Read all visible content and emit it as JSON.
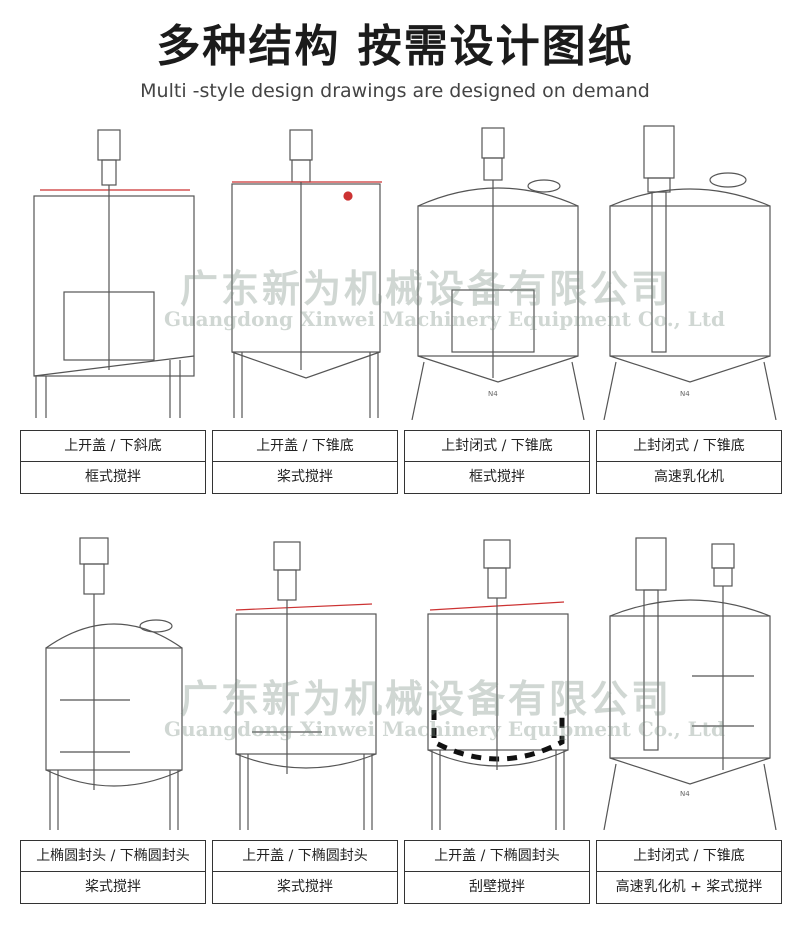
{
  "header": {
    "title": "多种结构 按需设计图纸",
    "subtitle": "Multi -style design drawings are designed on demand"
  },
  "watermark": {
    "cn": "广东新为机械设备有限公司",
    "en": "Guangdong Xinwei Machinery Equipment Co., Ltd"
  },
  "cards": [
    {
      "line1": "上开盖 / 下斜底",
      "line2": "框式搅拌"
    },
    {
      "line1": "上开盖 / 下锥底",
      "line2": "桨式搅拌"
    },
    {
      "line1": "上封闭式 / 下锥底",
      "line2": "框式搅拌"
    },
    {
      "line1": "上封闭式 / 下锥底",
      "line2": "高速乳化机"
    },
    {
      "line1": "上椭圆封头 / 下椭圆封头",
      "line2": "桨式搅拌"
    },
    {
      "line1": "上开盖 / 下椭圆封头",
      "line2": "桨式搅拌"
    },
    {
      "line1": "上开盖 / 下椭圆封头",
      "line2": "刮壁搅拌"
    },
    {
      "line1": "上封闭式 / 下锥底",
      "line2": "高速乳化机 + 桨式搅拌"
    }
  ],
  "drawing_marks": {
    "nozzle": "N4"
  },
  "colors": {
    "line": "#555555",
    "accent_red": "#cc2222"
  }
}
